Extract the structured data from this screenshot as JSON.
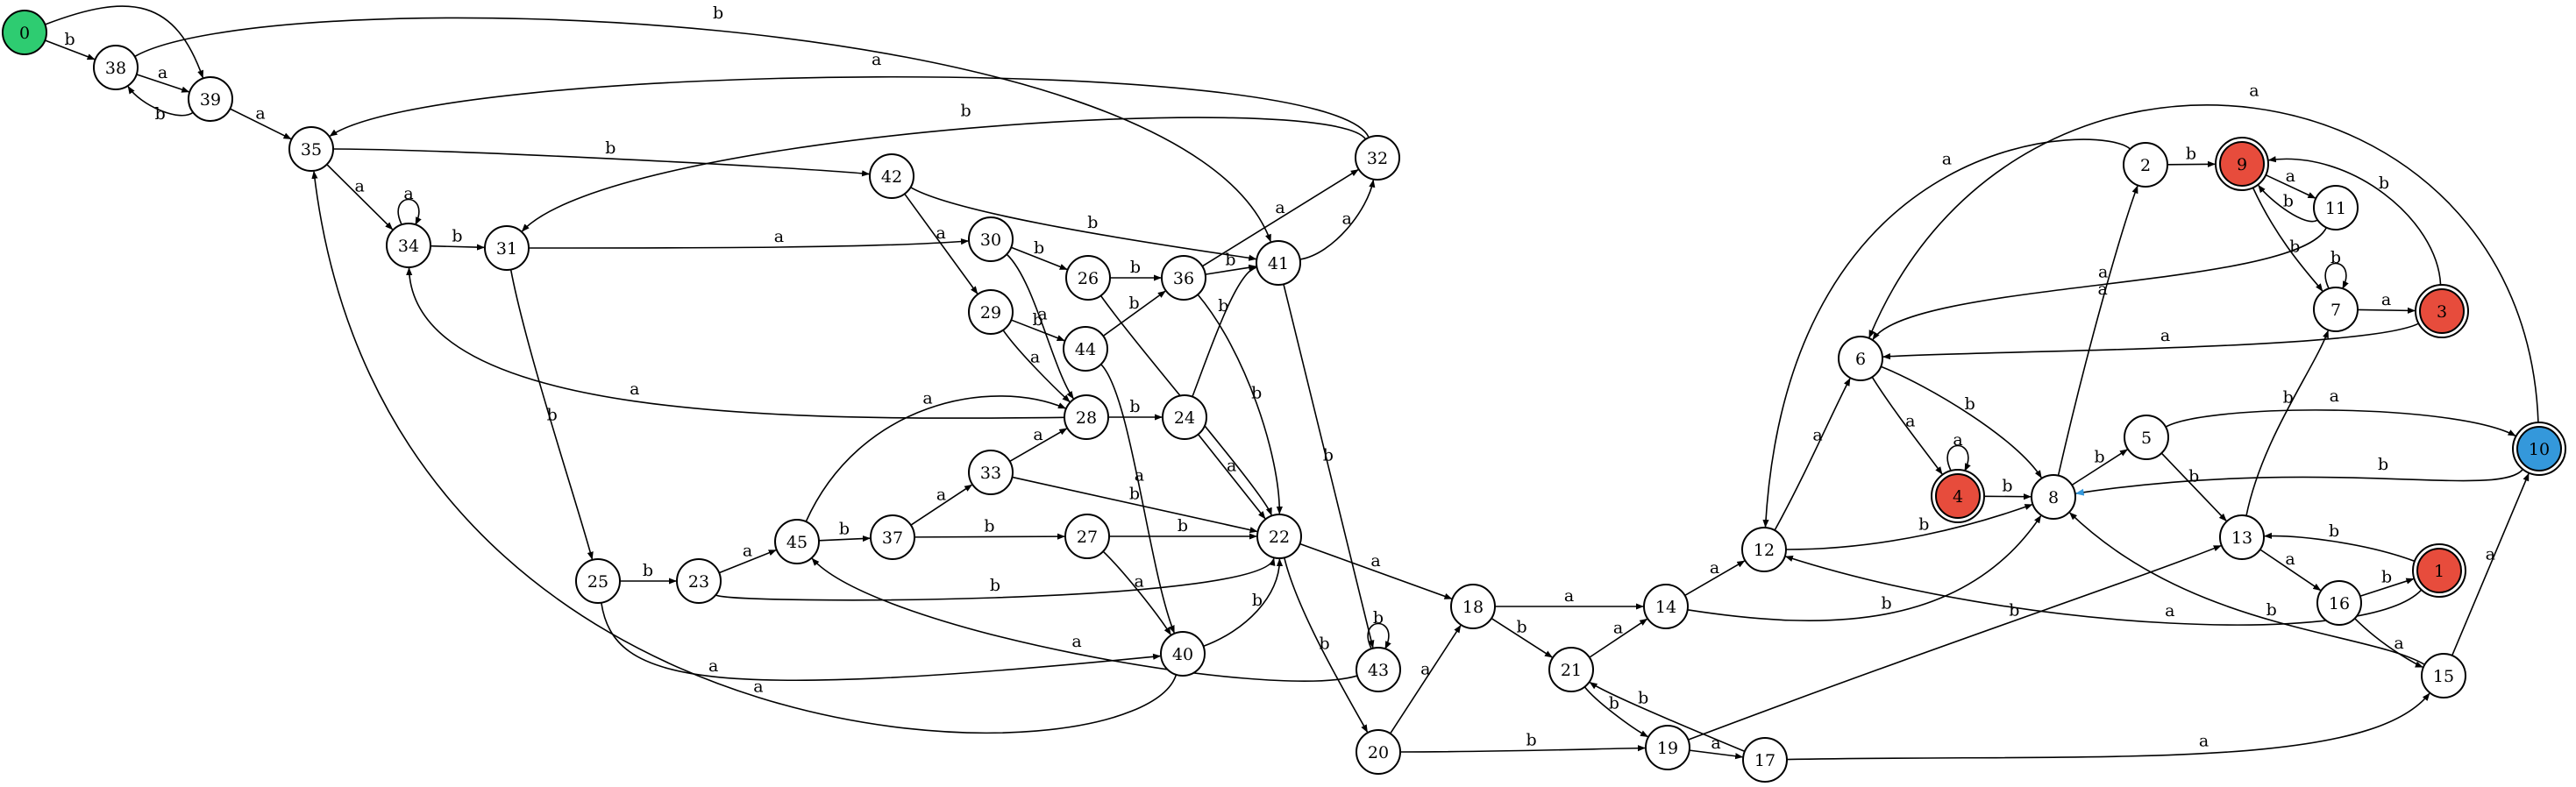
{
  "colors": {
    "start": "#2ecc71",
    "accept": "#e74c3c",
    "special": "#3498db",
    "edge": "#000000",
    "highlight": "#3498db"
  },
  "nodes": [
    {
      "id": "0",
      "label": "0",
      "kind": "start"
    },
    {
      "id": "38",
      "label": "38",
      "kind": "normal"
    },
    {
      "id": "39",
      "label": "39",
      "kind": "normal"
    },
    {
      "id": "35",
      "label": "35",
      "kind": "normal"
    },
    {
      "id": "34",
      "label": "34",
      "kind": "normal"
    },
    {
      "id": "31",
      "label": "31",
      "kind": "normal"
    },
    {
      "id": "42",
      "label": "42",
      "kind": "normal"
    },
    {
      "id": "30",
      "label": "30",
      "kind": "normal"
    },
    {
      "id": "29",
      "label": "29",
      "kind": "normal"
    },
    {
      "id": "26",
      "label": "26",
      "kind": "normal"
    },
    {
      "id": "36",
      "label": "36",
      "kind": "normal"
    },
    {
      "id": "44",
      "label": "44",
      "kind": "normal"
    },
    {
      "id": "41",
      "label": "41",
      "kind": "normal"
    },
    {
      "id": "32",
      "label": "32",
      "kind": "normal"
    },
    {
      "id": "28",
      "label": "28",
      "kind": "normal"
    },
    {
      "id": "24",
      "label": "24",
      "kind": "normal"
    },
    {
      "id": "33",
      "label": "33",
      "kind": "normal"
    },
    {
      "id": "45",
      "label": "45",
      "kind": "normal"
    },
    {
      "id": "37",
      "label": "37",
      "kind": "normal"
    },
    {
      "id": "27",
      "label": "27",
      "kind": "normal"
    },
    {
      "id": "22",
      "label": "22",
      "kind": "normal"
    },
    {
      "id": "25",
      "label": "25",
      "kind": "normal"
    },
    {
      "id": "23",
      "label": "23",
      "kind": "normal"
    },
    {
      "id": "40",
      "label": "40",
      "kind": "normal"
    },
    {
      "id": "43",
      "label": "43",
      "kind": "normal"
    },
    {
      "id": "18",
      "label": "18",
      "kind": "normal"
    },
    {
      "id": "20",
      "label": "20",
      "kind": "normal"
    },
    {
      "id": "21",
      "label": "21",
      "kind": "normal"
    },
    {
      "id": "14",
      "label": "14",
      "kind": "normal"
    },
    {
      "id": "19",
      "label": "19",
      "kind": "normal"
    },
    {
      "id": "17",
      "label": "17",
      "kind": "normal"
    },
    {
      "id": "12",
      "label": "12",
      "kind": "normal"
    },
    {
      "id": "6",
      "label": "6",
      "kind": "normal"
    },
    {
      "id": "4",
      "label": "4",
      "kind": "accept"
    },
    {
      "id": "8",
      "label": "8",
      "kind": "normal"
    },
    {
      "id": "2",
      "label": "2",
      "kind": "normal"
    },
    {
      "id": "9",
      "label": "9",
      "kind": "accept"
    },
    {
      "id": "11",
      "label": "11",
      "kind": "normal"
    },
    {
      "id": "7",
      "label": "7",
      "kind": "normal"
    },
    {
      "id": "3",
      "label": "3",
      "kind": "accept"
    },
    {
      "id": "5",
      "label": "5",
      "kind": "normal"
    },
    {
      "id": "13",
      "label": "13",
      "kind": "normal"
    },
    {
      "id": "16",
      "label": "16",
      "kind": "normal"
    },
    {
      "id": "1",
      "label": "1",
      "kind": "accept"
    },
    {
      "id": "15",
      "label": "15",
      "kind": "normal"
    },
    {
      "id": "10",
      "label": "10",
      "kind": "special"
    }
  ],
  "edges": [
    {
      "from": "0",
      "to": "39",
      "label": "a"
    },
    {
      "from": "0",
      "to": "38",
      "label": "b"
    },
    {
      "from": "38",
      "to": "39",
      "label": "a"
    },
    {
      "from": "38",
      "to": "41",
      "label": "b"
    },
    {
      "from": "39",
      "to": "38",
      "label": "b"
    },
    {
      "from": "39",
      "to": "35",
      "label": "a"
    },
    {
      "from": "35",
      "to": "34",
      "label": "a"
    },
    {
      "from": "35",
      "to": "42",
      "label": "b"
    },
    {
      "from": "34",
      "to": "34",
      "label": "a"
    },
    {
      "from": "34",
      "to": "31",
      "label": "b"
    },
    {
      "from": "31",
      "to": "30",
      "label": "a"
    },
    {
      "from": "31",
      "to": "25",
      "label": "b"
    },
    {
      "from": "42",
      "to": "29",
      "label": "a"
    },
    {
      "from": "42",
      "to": "41",
      "label": "b"
    },
    {
      "from": "30",
      "to": "26",
      "label": "b"
    },
    {
      "from": "30",
      "to": "28",
      "label": "a"
    },
    {
      "from": "29",
      "to": "44",
      "label": "b"
    },
    {
      "from": "29",
      "to": "28",
      "label": "a"
    },
    {
      "from": "26",
      "to": "36",
      "label": "b"
    },
    {
      "from": "26",
      "to": "22",
      "label": "a"
    },
    {
      "from": "36",
      "to": "41",
      "label": "b"
    },
    {
      "from": "36",
      "to": "32",
      "label": "a"
    },
    {
      "from": "36",
      "to": "22",
      "label": "b"
    },
    {
      "from": "44",
      "to": "36",
      "label": "b"
    },
    {
      "from": "44",
      "to": "40",
      "label": "a"
    },
    {
      "from": "41",
      "to": "32",
      "label": "a"
    },
    {
      "from": "41",
      "to": "43",
      "label": "b"
    },
    {
      "from": "32",
      "to": "35",
      "label": "a"
    },
    {
      "from": "32",
      "to": "31",
      "label": "b"
    },
    {
      "from": "28",
      "to": "24",
      "label": "b"
    },
    {
      "from": "28",
      "to": "34",
      "label": "a"
    },
    {
      "from": "24",
      "to": "41",
      "label": "b"
    },
    {
      "from": "24",
      "to": "22",
      "label": "a"
    },
    {
      "from": "33",
      "to": "28",
      "label": "a"
    },
    {
      "from": "33",
      "to": "22",
      "label": "b"
    },
    {
      "from": "45",
      "to": "37",
      "label": "b"
    },
    {
      "from": "45",
      "to": "28",
      "label": "a"
    },
    {
      "from": "37",
      "to": "33",
      "label": "a"
    },
    {
      "from": "37",
      "to": "27",
      "label": "b"
    },
    {
      "from": "27",
      "to": "22",
      "label": "b"
    },
    {
      "from": "27",
      "to": "40",
      "label": "a"
    },
    {
      "from": "25",
      "to": "23",
      "label": "b"
    },
    {
      "from": "25",
      "to": "40",
      "label": "a"
    },
    {
      "from": "23",
      "to": "45",
      "label": "a"
    },
    {
      "from": "23",
      "to": "22",
      "label": "b"
    },
    {
      "from": "40",
      "to": "22",
      "label": "b"
    },
    {
      "from": "40",
      "to": "35",
      "label": "a"
    },
    {
      "from": "43",
      "to": "43",
      "label": "b"
    },
    {
      "from": "43",
      "to": "45",
      "label": "a"
    },
    {
      "from": "22",
      "to": "18",
      "label": "a"
    },
    {
      "from": "22",
      "to": "20",
      "label": "b"
    },
    {
      "from": "20",
      "to": "18",
      "label": "a"
    },
    {
      "from": "20",
      "to": "19",
      "label": "b"
    },
    {
      "from": "18",
      "to": "14",
      "label": "a"
    },
    {
      "from": "18",
      "to": "21",
      "label": "b"
    },
    {
      "from": "21",
      "to": "14",
      "label": "a"
    },
    {
      "from": "21",
      "to": "19",
      "label": "b"
    },
    {
      "from": "19",
      "to": "17",
      "label": "a"
    },
    {
      "from": "19",
      "to": "13",
      "label": "b"
    },
    {
      "from": "17",
      "to": "21",
      "label": "b"
    },
    {
      "from": "17",
      "to": "15",
      "label": "a"
    },
    {
      "from": "14",
      "to": "12",
      "label": "a"
    },
    {
      "from": "14",
      "to": "8",
      "label": "b"
    },
    {
      "from": "12",
      "to": "6",
      "label": "a"
    },
    {
      "from": "12",
      "to": "8",
      "label": "b"
    },
    {
      "from": "6",
      "to": "4",
      "label": "a"
    },
    {
      "from": "6",
      "to": "8",
      "label": "b"
    },
    {
      "from": "4",
      "to": "4",
      "label": "a"
    },
    {
      "from": "4",
      "to": "8",
      "label": "b"
    },
    {
      "from": "8",
      "to": "2",
      "label": "a"
    },
    {
      "from": "8",
      "to": "5",
      "label": "b"
    },
    {
      "from": "2",
      "to": "9",
      "label": "b"
    },
    {
      "from": "2",
      "to": "12",
      "label": "a"
    },
    {
      "from": "9",
      "to": "11",
      "label": "a"
    },
    {
      "from": "9",
      "to": "7",
      "label": "b"
    },
    {
      "from": "11",
      "to": "9",
      "label": "b"
    },
    {
      "from": "11",
      "to": "6",
      "label": "a"
    },
    {
      "from": "7",
      "to": "7",
      "label": "b"
    },
    {
      "from": "7",
      "to": "3",
      "label": "a"
    },
    {
      "from": "3",
      "to": "9",
      "label": "b"
    },
    {
      "from": "3",
      "to": "6",
      "label": "a"
    },
    {
      "from": "5",
      "to": "10",
      "label": "a"
    },
    {
      "from": "5",
      "to": "13",
      "label": "b"
    },
    {
      "from": "13",
      "to": "16",
      "label": "a"
    },
    {
      "from": "13",
      "to": "7",
      "label": "b"
    },
    {
      "from": "16",
      "to": "1",
      "label": "b"
    },
    {
      "from": "16",
      "to": "15",
      "label": "a"
    },
    {
      "from": "1",
      "to": "13",
      "label": "b"
    },
    {
      "from": "1",
      "to": "12",
      "label": "a"
    },
    {
      "from": "15",
      "to": "10",
      "label": "a"
    },
    {
      "from": "15",
      "to": "8",
      "label": "b"
    },
    {
      "from": "10",
      "to": "6",
      "label": "a"
    },
    {
      "from": "10",
      "to": "8",
      "label": "b",
      "highlight": true
    }
  ]
}
